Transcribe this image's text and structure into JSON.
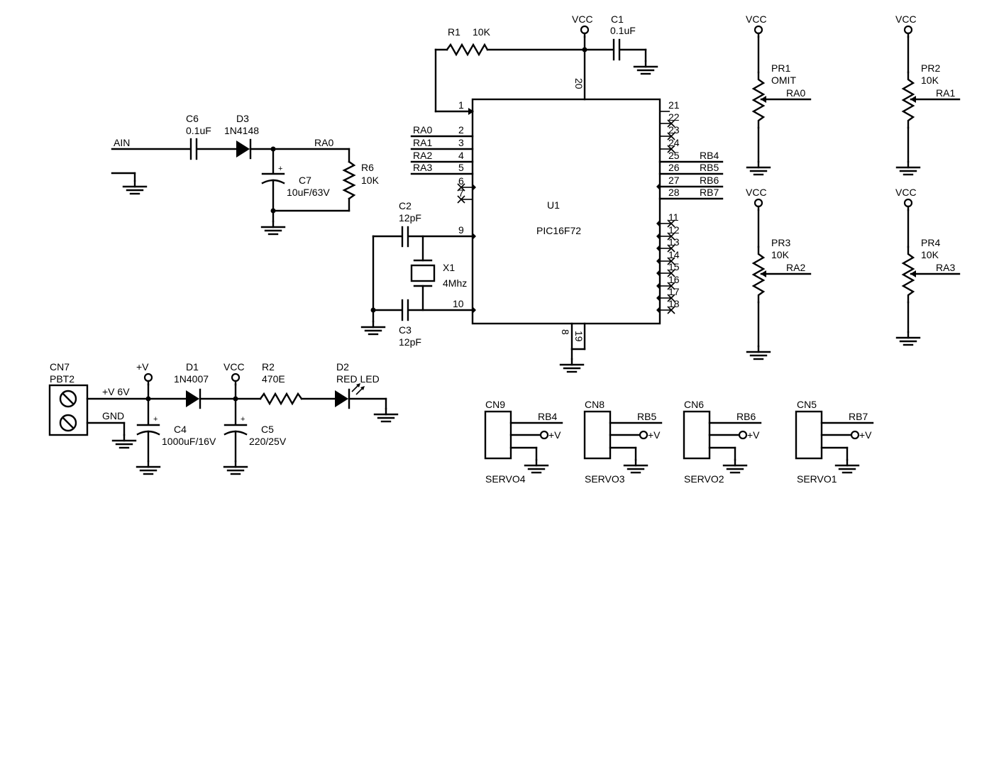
{
  "input": {
    "ain": "AIN"
  },
  "c6": {
    "ref": "C6",
    "value": "0.1uF"
  },
  "d3": {
    "ref": "D3",
    "value": "1N4148"
  },
  "c7": {
    "ref": "C7",
    "value": "10uF/63V",
    "pol": "+"
  },
  "r6": {
    "ref": "R6",
    "value": "10K"
  },
  "ra0_net": "RA0",
  "r1": {
    "ref": "R1",
    "value": "10K"
  },
  "c1": {
    "ref": "C1",
    "value": "0.1uF"
  },
  "c2": {
    "ref": "C2",
    "value": "12pF"
  },
  "c3": {
    "ref": "C3",
    "value": "12pF"
  },
  "x1": {
    "ref": "X1",
    "value": "4Mhz"
  },
  "u1": {
    "ref": "U1",
    "value": "PIC16F72"
  },
  "vcc": "VCC",
  "pins_left": [
    {
      "num": "1",
      "net": ""
    },
    {
      "num": "2",
      "net": "RA0"
    },
    {
      "num": "3",
      "net": "RA1"
    },
    {
      "num": "4",
      "net": "RA2"
    },
    {
      "num": "5",
      "net": "RA3"
    },
    {
      "num": "6",
      "net": ""
    },
    {
      "num": "7",
      "net": ""
    },
    {
      "num": "9",
      "net": ""
    },
    {
      "num": "10",
      "net": ""
    }
  ],
  "pins_right": [
    {
      "num": "21",
      "net": ""
    },
    {
      "num": "22",
      "net": ""
    },
    {
      "num": "23",
      "net": ""
    },
    {
      "num": "24",
      "net": ""
    },
    {
      "num": "25",
      "net": "RB4"
    },
    {
      "num": "26",
      "net": "RB5"
    },
    {
      "num": "27",
      "net": "RB6"
    },
    {
      "num": "28",
      "net": "RB7"
    },
    {
      "num": "11",
      "net": ""
    },
    {
      "num": "12",
      "net": ""
    },
    {
      "num": "13",
      "net": ""
    },
    {
      "num": "14",
      "net": ""
    },
    {
      "num": "15",
      "net": ""
    },
    {
      "num": "16",
      "net": ""
    },
    {
      "num": "17",
      "net": ""
    },
    {
      "num": "18",
      "net": ""
    }
  ],
  "pins_top": [
    "20"
  ],
  "pins_bottom": [
    "8",
    "19"
  ],
  "presets": [
    {
      "ref": "PR1",
      "value": "OMIT",
      "net": "RA0",
      "vcc": "VCC"
    },
    {
      "ref": "PR2",
      "value": "10K",
      "net": "RA1",
      "vcc": "VCC"
    },
    {
      "ref": "PR3",
      "value": "10K",
      "net": "RA2",
      "vcc": "VCC"
    },
    {
      "ref": "PR4",
      "value": "10K",
      "net": "RA3",
      "vcc": "VCC"
    }
  ],
  "power": {
    "cn7": {
      "ref": "CN7",
      "value": "PBT2"
    },
    "v6": "+V 6V",
    "gnd": "GND",
    "plusv": "+V",
    "d1": {
      "ref": "D1",
      "value": "1N4007"
    },
    "c4": {
      "ref": "C4",
      "value": "1000uF/16V",
      "pol": "+"
    },
    "c5": {
      "ref": "C5",
      "value": "220/25V",
      "pol": "+"
    },
    "r2": {
      "ref": "R2",
      "value": "470E"
    },
    "d2": {
      "ref": "D2",
      "value": "RED LED"
    },
    "vcc": "VCC"
  },
  "servos": [
    {
      "ref": "CN9",
      "net": "RB4",
      "pwr": "+V",
      "name": "SERVO4"
    },
    {
      "ref": "CN8",
      "net": "RB5",
      "pwr": "+V",
      "name": "SERVO3"
    },
    {
      "ref": "CN6",
      "net": "RB6",
      "pwr": "+V",
      "name": "SERVO2"
    },
    {
      "ref": "CN5",
      "net": "RB7",
      "pwr": "+V",
      "name": "SERVO1"
    }
  ]
}
